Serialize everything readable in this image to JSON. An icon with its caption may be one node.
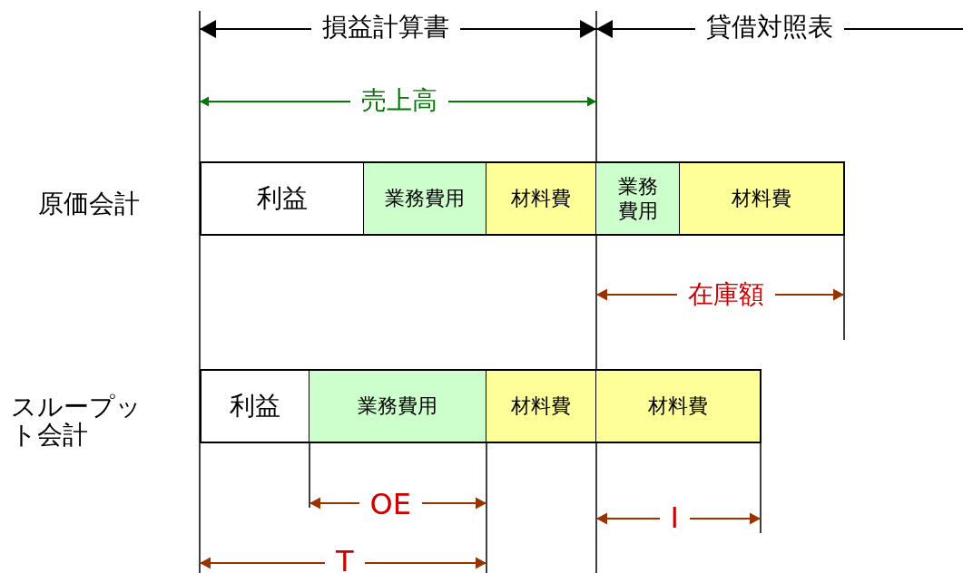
{
  "diagram": {
    "nodes": [
      {
        "text": [
          "利益"
        ]
      },
      {
        "text": [
          "業務費用"
        ]
      },
      {
        "text": [
          "材料費"
        ]
      },
      {
        "text": [
          "業務費用"
        ]
      },
      {
        "text": [
          "材料費"
        ]
      },
      {
        "text": [
          "利益"
        ]
      },
      {
        "text": [
          "業務費用"
        ]
      },
      {
        "text": [
          "材料費"
        ]
      },
      {
        "text": [
          "材料費"
        ]
      }
    ],
    "labels": [
      "損益計算書",
      "貸借対照表",
      "売上高",
      "原価会計",
      "在庫額",
      "スループット会計",
      "OE",
      "I",
      "T"
    ]
  }
}
